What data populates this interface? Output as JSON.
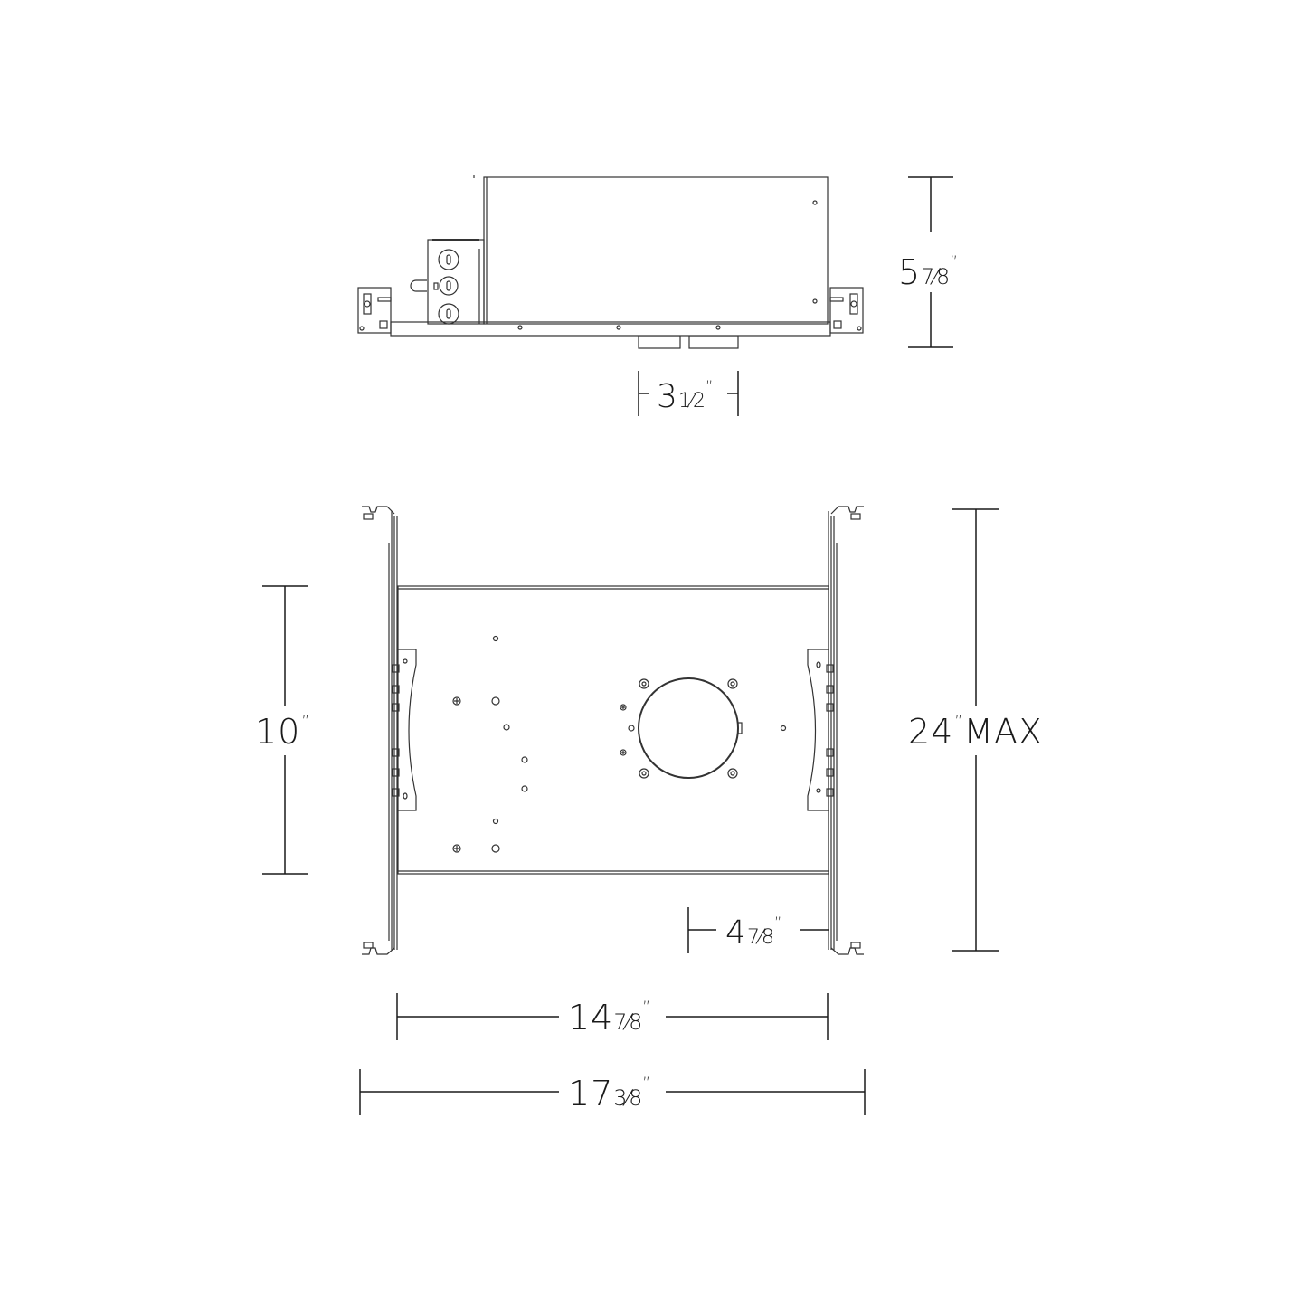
{
  "drawing": {
    "title": "Recessed housing dimension drawing",
    "views": [
      "side-elevation",
      "top-plan"
    ],
    "line_color": "#1a1a1a",
    "part_color": "#444444",
    "background": "#ffffff"
  },
  "dimensions": {
    "side_height": {
      "whole": "5",
      "fraction": "7⁄8",
      "unit": "”",
      "suffix": "",
      "text": "5 7/8\""
    },
    "side_bottom_width": {
      "whole": "3",
      "fraction": "1⁄2",
      "unit": "”",
      "suffix": "",
      "text": "3 1/2\""
    },
    "plan_height": {
      "whole": "10",
      "fraction": "",
      "unit": "”",
      "suffix": "",
      "text": "10\""
    },
    "plan_max_height": {
      "whole": "24",
      "fraction": "",
      "unit": "”",
      "suffix": "MAX",
      "text": "24\" MAX"
    },
    "aperture_offset": {
      "whole": "4",
      "fraction": "7⁄8",
      "unit": "”",
      "suffix": "",
      "text": "4 7/8\""
    },
    "inner_width": {
      "whole": "14",
      "fraction": "7⁄8",
      "unit": "”",
      "suffix": "",
      "text": "14 7/8\""
    },
    "overall_width": {
      "whole": "17",
      "fraction": "3⁄8",
      "unit": "”",
      "suffix": "",
      "text": "17 3/8\""
    }
  }
}
